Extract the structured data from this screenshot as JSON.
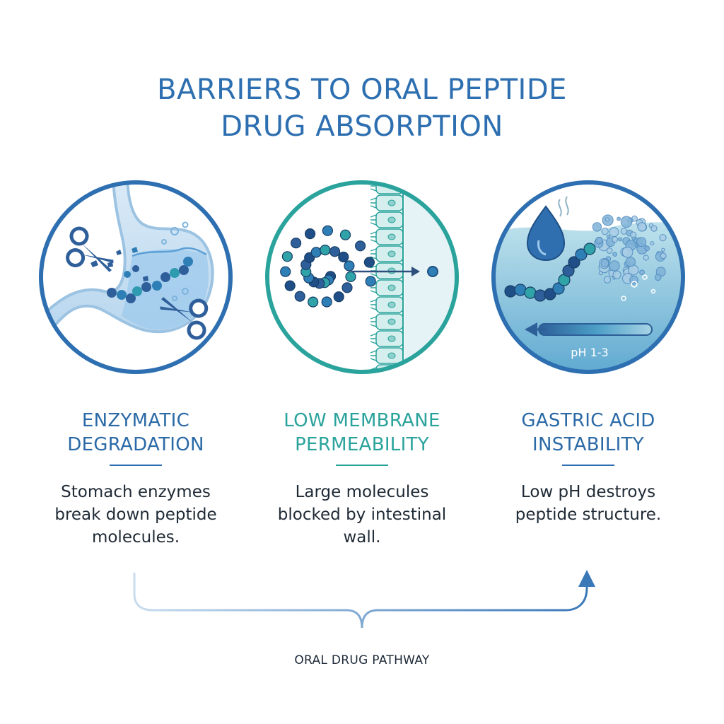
{
  "title": {
    "line1": "BARRIERS TO ORAL PEPTIDE",
    "line2": "DRUG ABSORPTION"
  },
  "panels": [
    {
      "heading_line1": "ENZYMATIC",
      "heading_line2": "DEGRADATION",
      "desc_line1": "Stomach enzymes",
      "desc_line2": "break down peptide",
      "desc_line3": "molecules."
    },
    {
      "heading_line1": "LOW MEMBRANE",
      "heading_line2": "PERMEABILITY",
      "desc_line1": "Large molecules",
      "desc_line2": "blocked by intestinal",
      "desc_line3": "wall."
    },
    {
      "heading_line1": "GASTRIC ACID",
      "heading_line2": "INSTABILITY",
      "desc_line1": "Low pH destroys",
      "desc_line2": "peptide structure."
    }
  ],
  "ph_label": "pH 1-3",
  "pathway_label": "ORAL DRUG PATHWAY",
  "colors": {
    "primary_blue": "#2d6fb0",
    "teal": "#2aa39c",
    "light_blue": "#a8cce6",
    "dark_text": "#1f2a35"
  },
  "icons": [
    "scissors-icon",
    "stomach-icon",
    "peptide-chain-icon",
    "intestinal-wall-icon",
    "water-drop-icon",
    "ph-scale-icon",
    "arrow-icon"
  ]
}
